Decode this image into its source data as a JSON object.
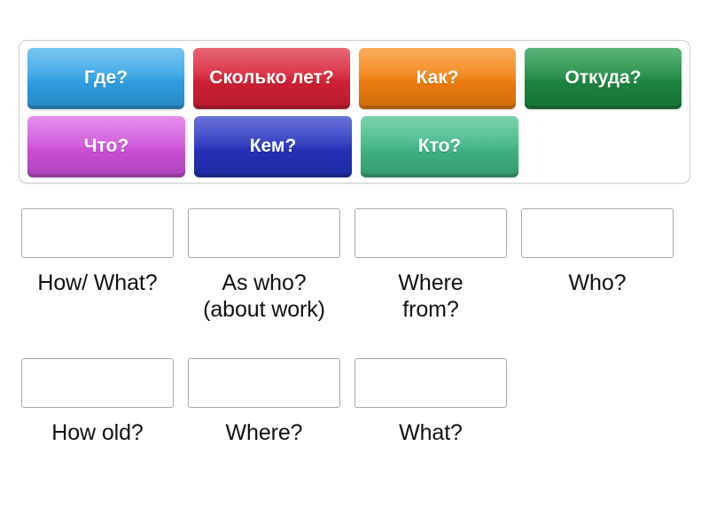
{
  "activity": {
    "type": "match-up",
    "tile_text_color": "#ffffff",
    "panel_border_color": "#cfcfcf",
    "dropzone_border_color": "#a8a8a8",
    "label_color": "#111111",
    "background_color": "#ffffff"
  },
  "tile_bank": {
    "rows": [
      {
        "tiles": [
          {
            "label": "Где?",
            "color": "#2f9fe3",
            "color_top": "#49b2ec",
            "icon": "word-tile"
          },
          {
            "label": "Сколько\nлет?",
            "color": "#d22035",
            "color_top": "#e03347",
            "icon": "word-tile"
          },
          {
            "label": "Как?",
            "color": "#f07e10",
            "color_top": "#fa9223",
            "icon": "word-tile"
          },
          {
            "label": "Откуда?",
            "color": "#1c8540",
            "color_top": "#249a4c",
            "icon": "word-tile"
          }
        ]
      },
      {
        "tiles": [
          {
            "label": "Что?",
            "color": "#cc50da",
            "color_top": "#d968e4",
            "icon": "word-tile"
          },
          {
            "label": "Кем?",
            "color": "#2431b8",
            "color_top": "#3441cc",
            "icon": "word-tile"
          },
          {
            "label": "Кто?",
            "color": "#3fb484",
            "color_top": "#4cc391",
            "icon": "word-tile"
          }
        ]
      }
    ]
  },
  "answers": {
    "row1": [
      {
        "label": "How/ What?",
        "dropzone_value": ""
      },
      {
        "label": "As who?\n(about work)",
        "dropzone_value": ""
      },
      {
        "label": "Where\nfrom?",
        "dropzone_value": ""
      },
      {
        "label": "Who?",
        "dropzone_value": ""
      }
    ],
    "row2": [
      {
        "label": "How old?",
        "dropzone_value": ""
      },
      {
        "label": "Where?",
        "dropzone_value": ""
      },
      {
        "label": "What?",
        "dropzone_value": ""
      }
    ]
  }
}
